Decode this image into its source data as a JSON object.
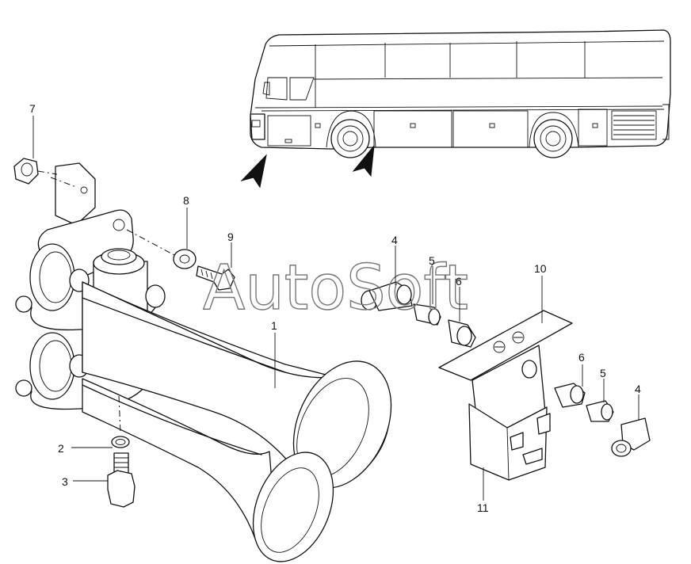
{
  "watermark": "AutoSoft",
  "callouts": [
    {
      "id": "1",
      "label": "1"
    },
    {
      "id": "2",
      "label": "2"
    },
    {
      "id": "3",
      "label": "3"
    },
    {
      "id": "4a",
      "label": "4"
    },
    {
      "id": "4b",
      "label": "4"
    },
    {
      "id": "5a",
      "label": "5"
    },
    {
      "id": "5b",
      "label": "5"
    },
    {
      "id": "6a",
      "label": "6"
    },
    {
      "id": "6b",
      "label": "6"
    },
    {
      "id": "7",
      "label": "7"
    },
    {
      "id": "8",
      "label": "8"
    },
    {
      "id": "9",
      "label": "9"
    },
    {
      "id": "10",
      "label": "10"
    },
    {
      "id": "11",
      "label": "11"
    }
  ],
  "icons": {
    "bus": "bus-icon",
    "horn": "air-horn-icon",
    "valve": "solenoid-valve-icon",
    "location_arrow": "location-arrow-icon"
  }
}
